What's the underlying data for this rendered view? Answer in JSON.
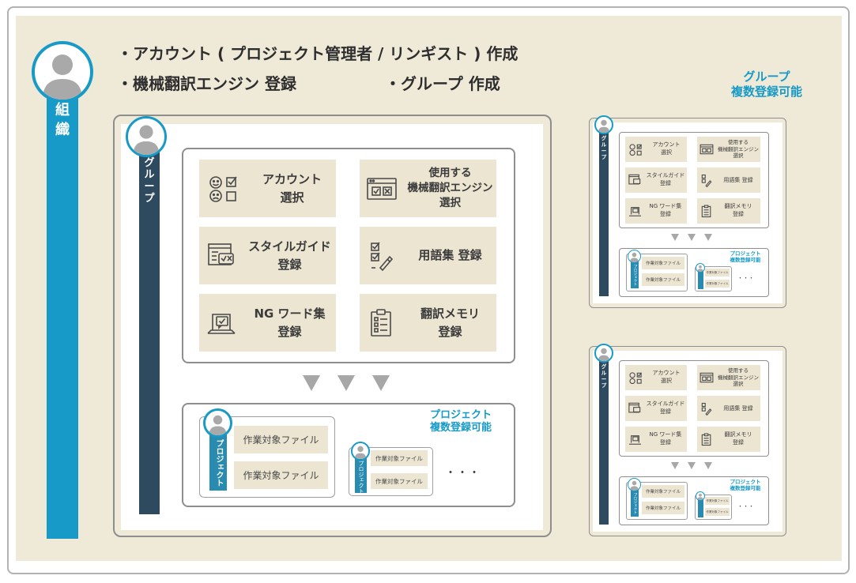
{
  "headings": {
    "line1": "・アカウント ( プロジェクト管理者 / リンギスト )  作成",
    "line2a": "・機械翻訳エンジン 登録",
    "line2b": "・グループ 作成"
  },
  "organization": {
    "label_1": "組",
    "label_2": "織"
  },
  "group_label": [
    "グ",
    "ル",
    "ー",
    "プ"
  ],
  "project_label": "プロジェクト",
  "tasks": {
    "account": [
      "アカウント",
      "選択"
    ],
    "mt_engine": [
      "使用する",
      "機械翻訳エンジン",
      "選択"
    ],
    "style_guide": [
      "スタイルガイド",
      "登録"
    ],
    "glossary": [
      "用語集 登録"
    ],
    "ng_words": [
      "NG ワード集",
      "登録"
    ],
    "tm": [
      "翻訳メモリ",
      "登録"
    ]
  },
  "project_multi": [
    "プロジェクト",
    "複数登録可能"
  ],
  "group_multi": [
    "グループ",
    "複数登録可能"
  ],
  "files": {
    "file1": "作業対象ファイル",
    "file2": "作業対象ファイル"
  },
  "ellipsis": "・・・",
  "colors": {
    "teal": "#179ac7",
    "dark_blue": "#2e4a5f",
    "cream": "#efe9d8",
    "task_bg": "#ece5d2",
    "arrow": "#a7a7a7"
  },
  "icons": [
    "person-avatar-icon",
    "emoji-check-icon",
    "browser-checkbox-icon",
    "style-guide-icon",
    "checklist-pen-icon",
    "chat-laptop-icon",
    "clipboard-list-icon"
  ]
}
